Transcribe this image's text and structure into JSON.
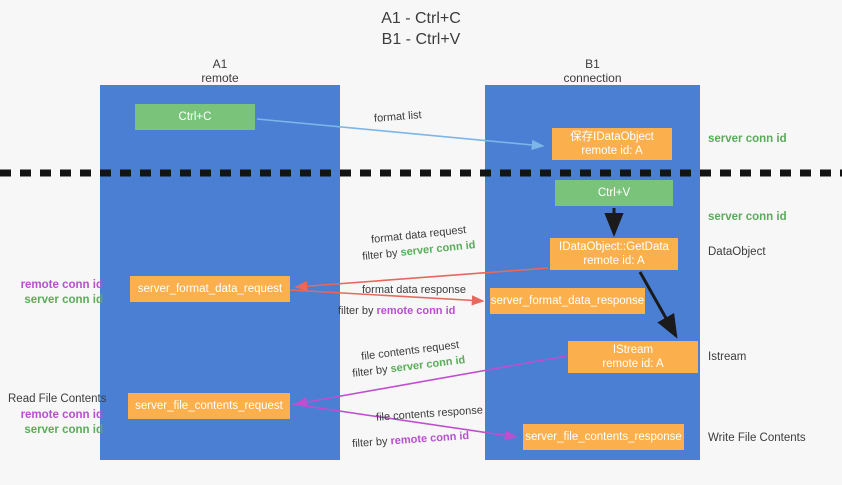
{
  "title": {
    "line1": "A1 - Ctrl+C",
    "line2": "B1 - Ctrl+V"
  },
  "lanes": [
    {
      "name": "A1",
      "sub": "remote",
      "color": "#4a7fd4"
    },
    {
      "name": "B1",
      "sub": "connection",
      "color": "#4a7fd4"
    }
  ],
  "colors": {
    "lane": "#4a7fd4",
    "green_box": "#7ac37a",
    "orange_box": "#fbb04d",
    "server_conn_id": "#5aab5a",
    "remote_conn_id": "#b84fce",
    "arrow_blue": "#7cb6e8",
    "arrow_red": "#e8685d",
    "arrow_magenta": "#c04fd0",
    "arrow_black": "#1a1a1a",
    "divider": "#141414"
  },
  "boxes": {
    "ctrl_c": {
      "label": "Ctrl+C"
    },
    "ctrl_v": {
      "label": "Ctrl+V"
    },
    "idataobject": {
      "line1": "保存IDataObject",
      "line2": "remote id: A"
    },
    "getdata": {
      "line1": "IDataObject::GetData",
      "line2": "remote id: A"
    },
    "istream": {
      "line1": "IStream",
      "line2": "remote id: A"
    },
    "format_data_request": {
      "label": "server_format_data_request"
    },
    "format_data_response": {
      "label": "server_format_data_response"
    },
    "file_contents_request": {
      "label": "server_file_contents_request"
    },
    "file_contents_response": {
      "label": "server_file_contents_response"
    }
  },
  "arrow_labels": {
    "format_list": "format list",
    "format_data_request": "format data request",
    "format_data_request_filter_prefix": "filter by ",
    "format_data_request_filter_value": "server conn id",
    "format_data_response": "format data response",
    "format_data_response_filter_prefix": "filter by ",
    "format_data_response_filter_value": "remote conn id",
    "file_contents_request": "file contents request",
    "file_contents_request_filter_prefix": "filter by ",
    "file_contents_request_filter_value": "server conn id",
    "file_contents_response": "file contents response",
    "file_contents_response_filter_prefix": "filter by ",
    "file_contents_response_filter_value": "remote conn id"
  },
  "side_labels": {
    "right_server_conn_1": "server conn id",
    "right_server_conn_2": "server conn id",
    "dataobject": "DataObject",
    "istream": "Istream",
    "write_file_contents": "Write File Contents",
    "left_remote_conn_1": "remote conn id",
    "left_server_conn_1": "server conn id",
    "read_file_contents": "Read File Contents",
    "left_remote_conn_2": "remote conn id",
    "left_server_conn_2": "server conn id"
  }
}
